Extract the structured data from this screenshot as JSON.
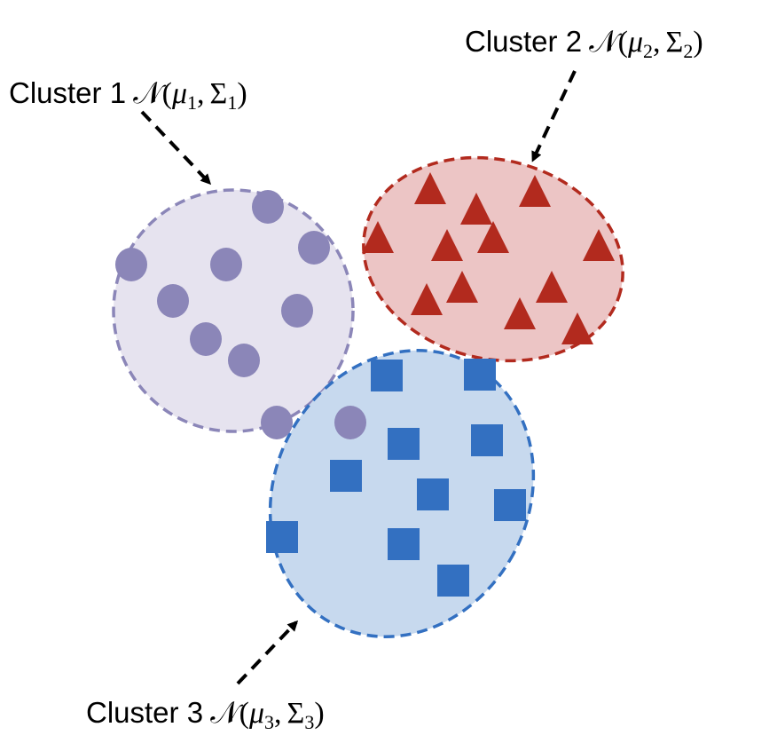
{
  "diagram": {
    "clusters": [
      {
        "id": 1,
        "label": "Cluster 1",
        "dist_symbol": "𝒩",
        "open": "(",
        "mean_symbol": "μ",
        "mean_sub": "1",
        "sep": ",",
        "cov_symbol": "Σ",
        "cov_sub": "1",
        "close": ")",
        "shape": "circle",
        "point_count": 10,
        "fill": "#e6e3ef",
        "stroke": "#8b86b8",
        "marker": "#8b86b8"
      },
      {
        "id": 2,
        "label": "Cluster 2",
        "dist_symbol": "𝒩",
        "open": "(",
        "mean_symbol": "μ",
        "mean_sub": "2",
        "sep": ",",
        "cov_symbol": "Σ",
        "cov_sub": "2",
        "close": ")",
        "shape": "triangle",
        "point_count": 12,
        "fill": "#ecc5c5",
        "stroke": "#b22a1e",
        "marker": "#b22a1e"
      },
      {
        "id": 3,
        "label": "Cluster 3",
        "dist_symbol": "𝒩",
        "open": "(",
        "mean_symbol": "μ",
        "mean_sub": "3",
        "sep": ",",
        "cov_symbol": "Σ",
        "cov_sub": "3",
        "close": ")",
        "shape": "square",
        "point_count": 10,
        "fill": "#c7d9ee",
        "stroke": "#3370c1",
        "marker": "#3370c1"
      }
    ]
  }
}
